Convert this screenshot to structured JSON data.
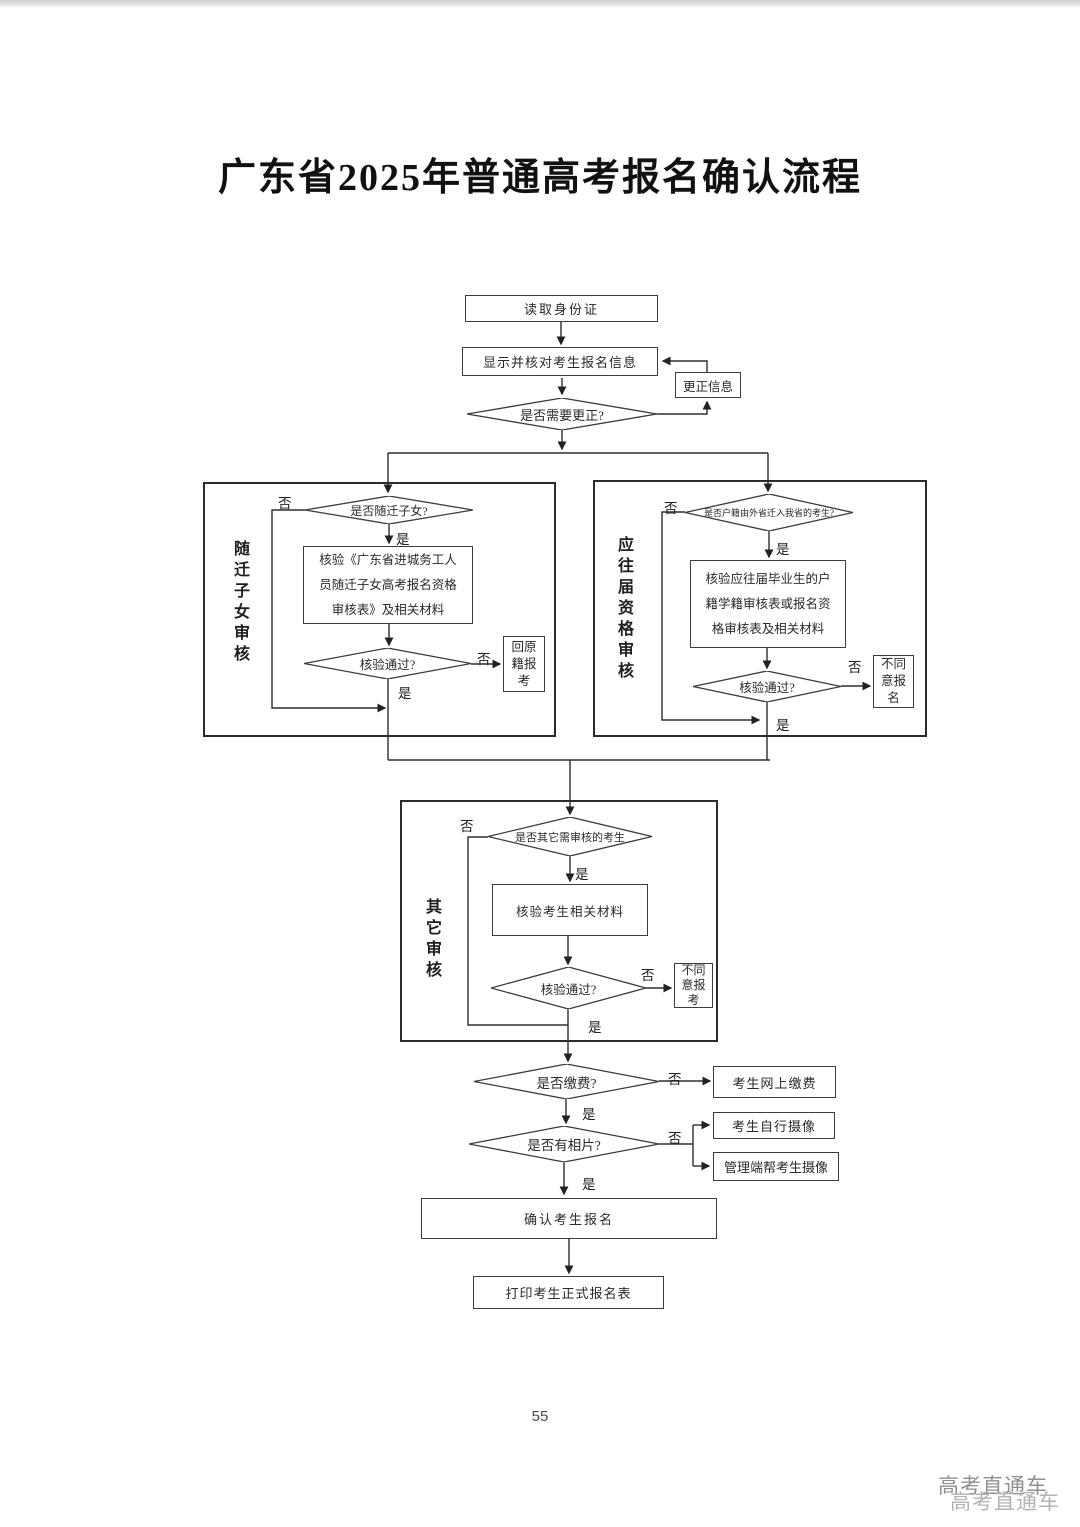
{
  "page": {
    "title": "广东省2025年普通高考报名确认流程",
    "page_number": "55",
    "watermark_line1": "高考直通车",
    "watermark_line2": "高考直通车"
  },
  "labels": {
    "yes": "是",
    "no": "否"
  },
  "sections": {
    "migrant": "随迁子女审核",
    "grad": "应往届资格审核",
    "other": "其它审核"
  },
  "flow": {
    "read_id": "读取身份证",
    "display_verify": "显示并核对考生报名信息",
    "correct_info": "更正信息",
    "need_correction": "是否需要更正?",
    "is_migrant": "是否随迁子女?",
    "migrant_verify_line1": "核验《广东省进城务工人",
    "migrant_verify_line2": "员随迁子女高考报名资格",
    "migrant_verify_line3": "审核表》及相关材料",
    "migrant_pass": "核验通过?",
    "return_origin": "回原籍报考",
    "is_hukou_migrated": "是否户籍由外省迁入我省的考生?",
    "grad_verify_line1": "核验应往届毕业生的户",
    "grad_verify_line2": "籍学籍审核表或报名资",
    "grad_verify_line3": "格审核表及相关材料",
    "grad_pass": "核验通过?",
    "deny_register_name": "不同意报名",
    "is_other_review": "是否其它需审核的考生",
    "other_verify": "核验考生相关材料",
    "other_pass": "核验通过?",
    "deny_register_exam": "不同意报考",
    "is_paid": "是否缴费?",
    "online_pay": "考生网上缴费",
    "has_photo": "是否有相片?",
    "self_photo": "考生自行摄像",
    "admin_photo": "管理端帮考生摄像",
    "confirm_register": "确认考生报名",
    "print_form": "打印考生正式报名表"
  }
}
